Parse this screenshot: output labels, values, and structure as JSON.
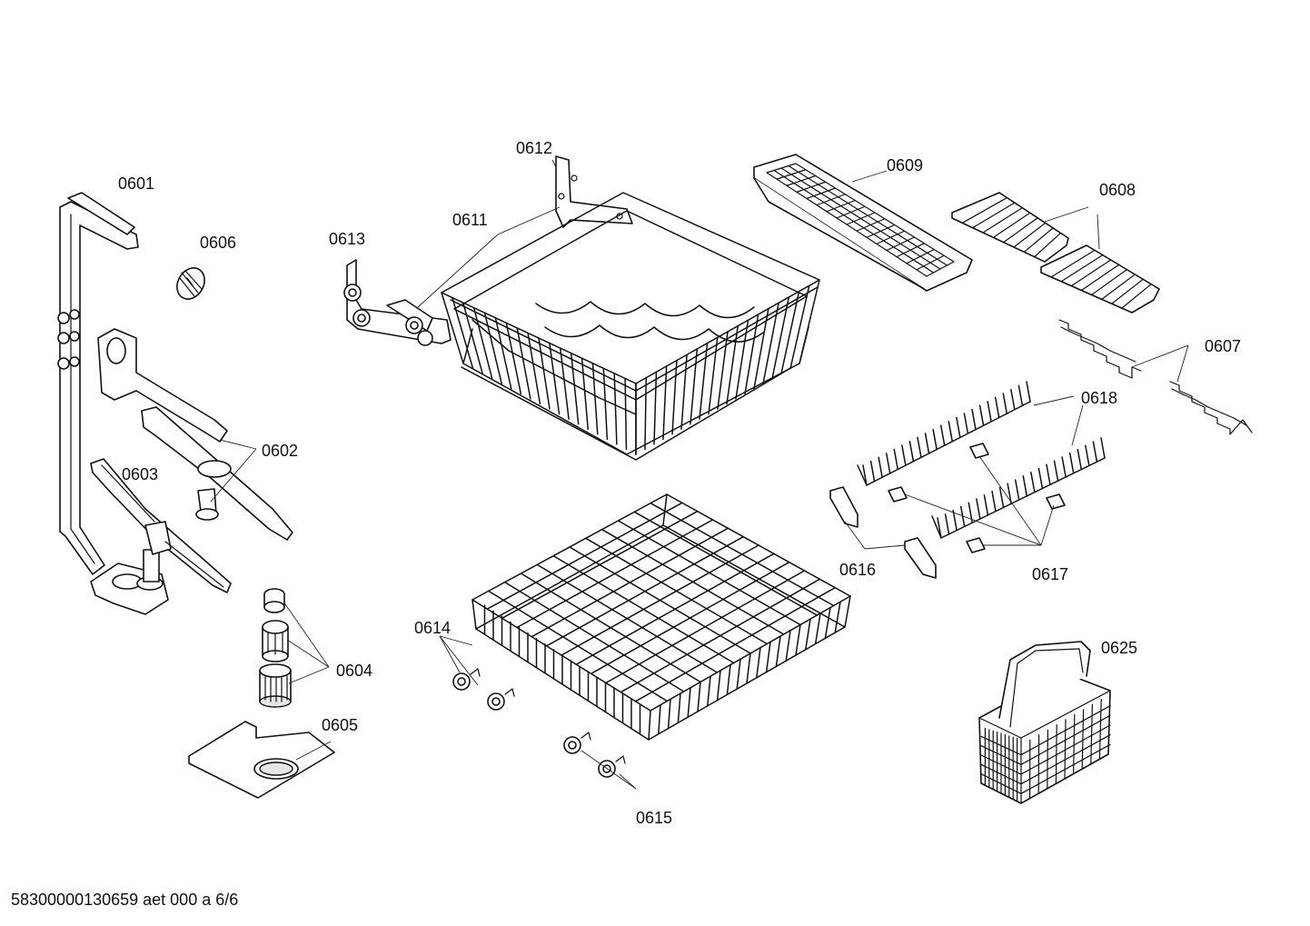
{
  "labels": {
    "p0601": "0601",
    "p0602": "0602",
    "p0603": "0603",
    "p0604": "0604",
    "p0605": "0605",
    "p0606": "0606",
    "p0607": "0607",
    "p0608": "0608",
    "p0609": "0609",
    "p0611": "0611",
    "p0612": "0612",
    "p0613": "0613",
    "p0614": "0614",
    "p0615": "0615",
    "p0616": "0616",
    "p0617": "0617",
    "p0618": "0618",
    "p0625": "0625"
  },
  "footer": "58300000130659 aet 000 a 6/6"
}
